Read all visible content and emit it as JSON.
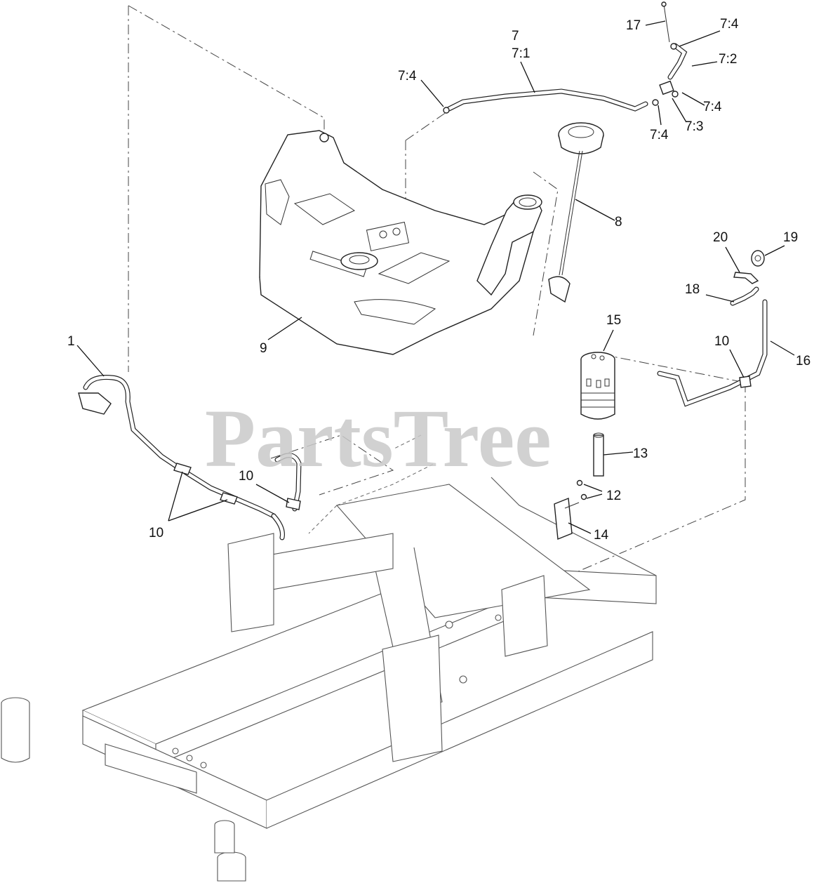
{
  "watermark": "PartsTree",
  "callouts": {
    "c1": "1",
    "c7": "7",
    "c7_1": "7:1",
    "c7_2": "7:2",
    "c7_3": "7:3",
    "c7_4a": "7:4",
    "c7_4b": "7:4",
    "c7_4c": "7:4",
    "c7_4d": "7:4",
    "c8": "8",
    "c9": "9",
    "c10a": "10",
    "c10b": "10",
    "c10c": "10",
    "c12": "12",
    "c13": "13",
    "c14": "14",
    "c15": "15",
    "c16": "16",
    "c17": "17",
    "c18": "18",
    "c19": "19",
    "c20": "20"
  }
}
